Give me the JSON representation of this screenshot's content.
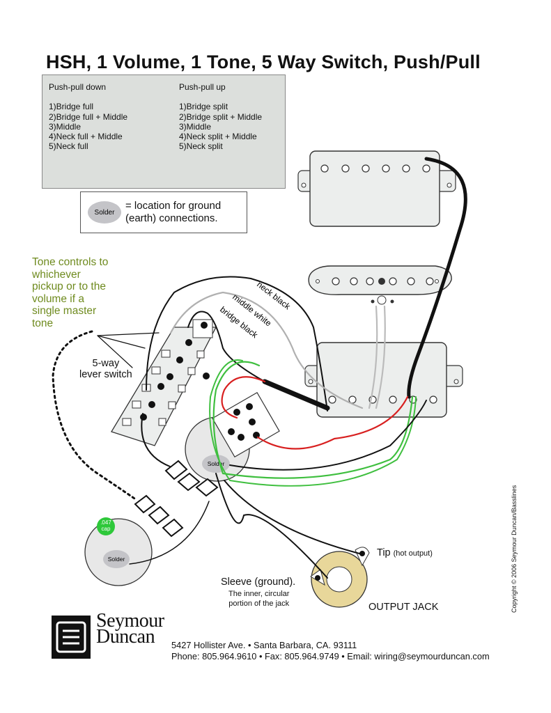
{
  "title": "HSH, 1 Volume, 1 Tone, 5 Way Switch, Push/Pull",
  "positions": {
    "left_heading": "Push-pull down",
    "left": [
      "1)Bridge full",
      "2)Bridge full + Middle",
      "3)Middle",
      "4)Neck full + Middle",
      "5)Neck full"
    ],
    "right_heading": "Push-pull up",
    "right": [
      "1)Bridge split",
      "2)Bridge split + Middle",
      "3)Middle",
      "4)Neck split + Middle",
      "5)Neck split"
    ]
  },
  "legend": {
    "badge": "Solder",
    "text": "= location for ground\n(earth) connections."
  },
  "tone_note": "Tone controls to\nwhichever\npickup or to the\nvolume if a\nsingle master\ntone",
  "switch_label": "5-way\nlever switch",
  "wire_labels": {
    "neck": "neck black",
    "middle": "middle white",
    "bridge": "bridge black"
  },
  "cap_label": ".047\ncap",
  "solder_badge": "Solder",
  "jack": {
    "tip": "Tip",
    "tip_note": "(hot output)",
    "sleeve": "Sleeve (ground).",
    "sleeve_note": "The inner, circular\nportion of the jack",
    "title": "OUTPUT JACK"
  },
  "company": {
    "name_line1": "Seymour",
    "name_line2": "Duncan",
    "address": "5427 Hollister Ave. • Santa Barbara, CA. 93111",
    "contact": "Phone: 805.964.9610 • Fax: 805.964.9749 • Email: wiring@seymourduncan.com"
  },
  "copyright": "Copyright © 2006 Seymour Duncan/Basslines",
  "colors": {
    "panel": "#dcdfdc",
    "pickup": "#eceeed",
    "wire_black": "#111111",
    "wire_red": "#d82020",
    "wire_green": "#3fbf3f",
    "solder": "#c4c4c8",
    "cap": "#2ec83a",
    "jack_ring": "#e8d79a",
    "note_green": "#6f8b1f"
  }
}
